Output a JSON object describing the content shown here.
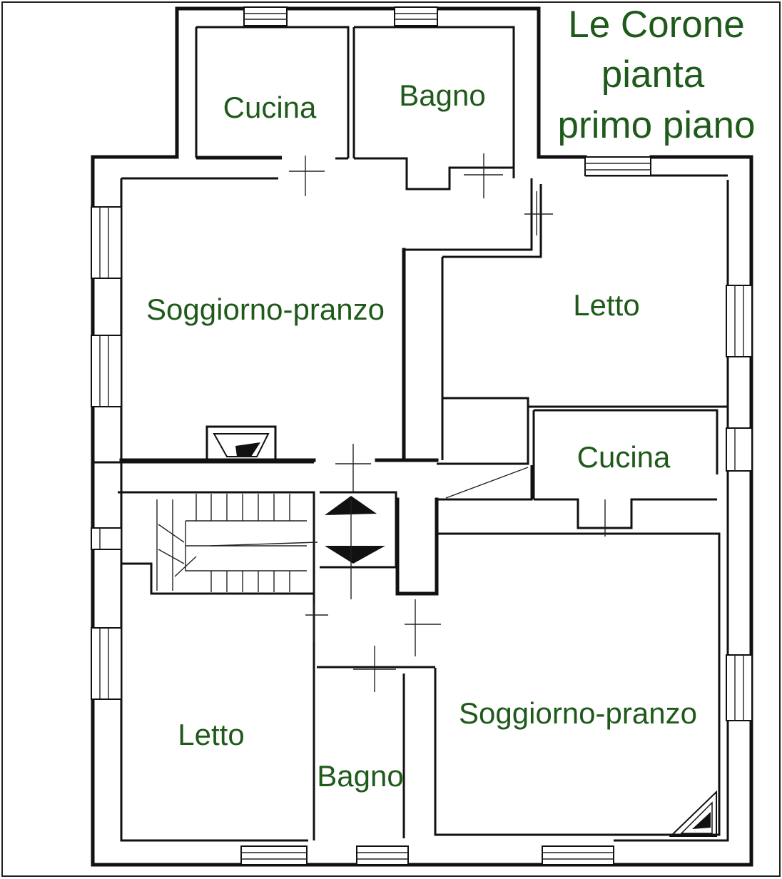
{
  "title": {
    "line1": "Le Corone",
    "line2": "pianta",
    "line3": "primo piano"
  },
  "rooms": {
    "cucina_top": "Cucina",
    "bagno_top": "Bagno",
    "soggiorno_top": "Soggiorno-pranzo",
    "letto_right": "Letto",
    "cucina_right": "Cucina",
    "letto_bottom": "Letto",
    "bagno_bottom": "Bagno",
    "soggiorno_bottom": "Soggiorno-pranzo"
  },
  "colors": {
    "label": "#1f5a1a",
    "walls": "#111111",
    "background": "#ffffff"
  }
}
